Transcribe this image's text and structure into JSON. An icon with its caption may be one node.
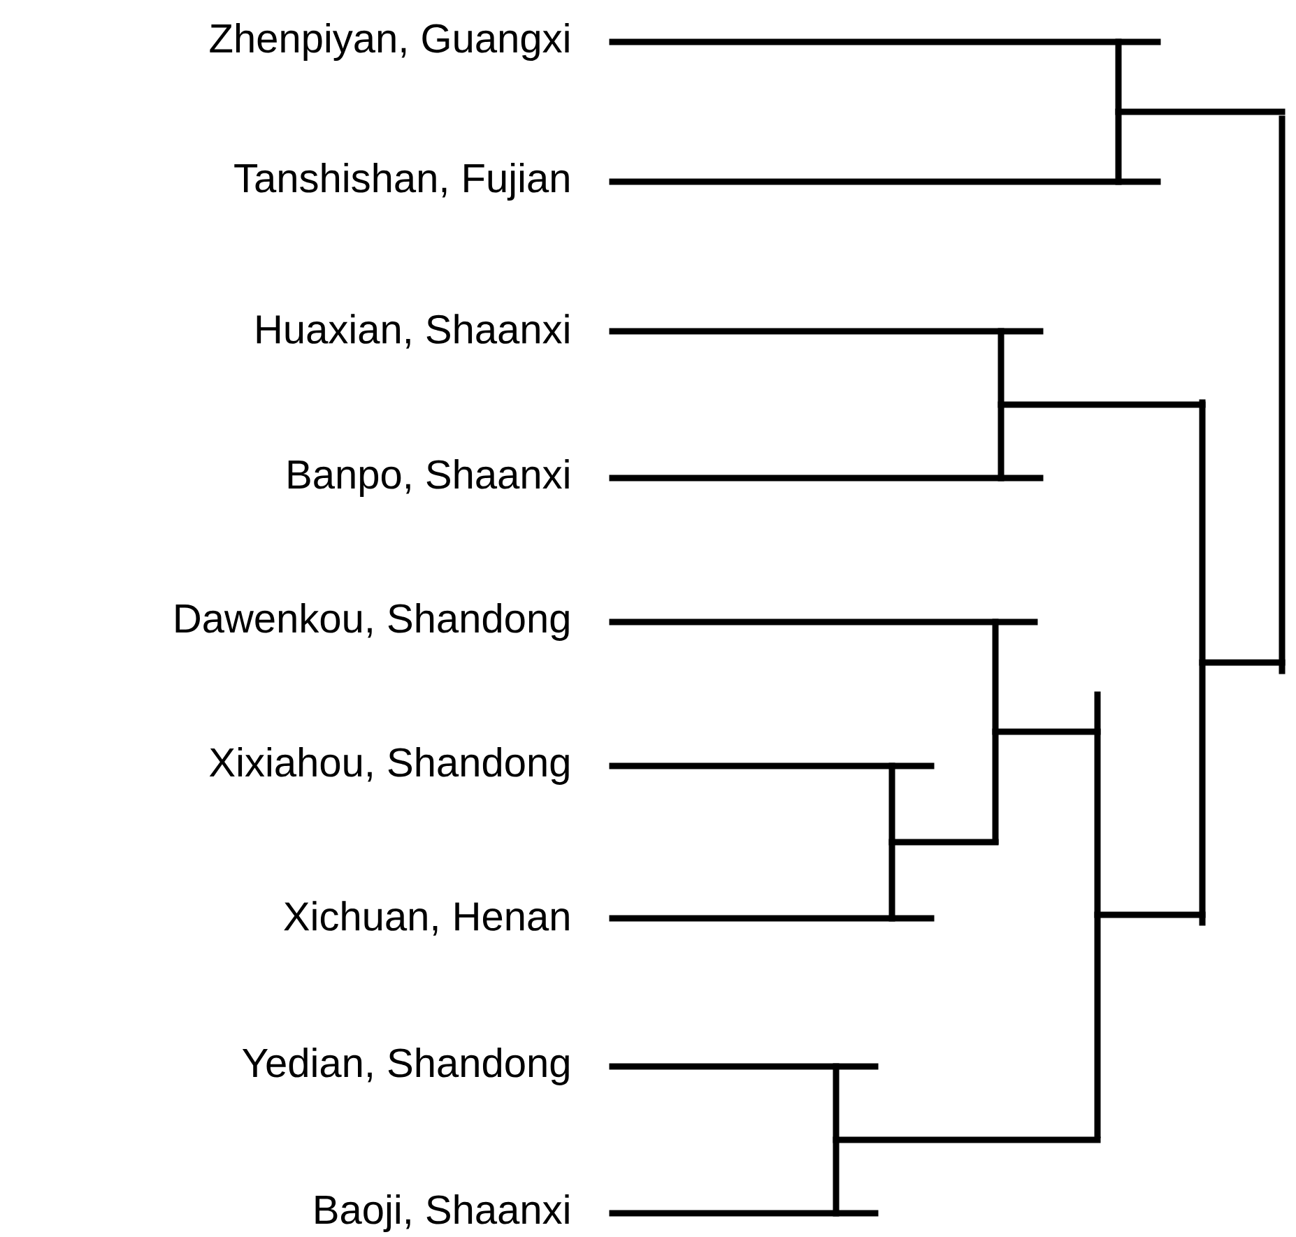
{
  "diagram": {
    "nodes": [
      {
        "text": [
          "Zhenpiyan, Guangxi"
        ]
      },
      {
        "text": [
          "Tanshishan, Fujian"
        ]
      },
      {
        "text": [
          "Huaxian, Shaanxi"
        ]
      },
      {
        "text": [
          "Banpo, Shaanxi"
        ]
      },
      {
        "text": [
          "Dawenkou, Shandong"
        ]
      },
      {
        "text": [
          "Xixiahou, Shandong"
        ]
      },
      {
        "text": [
          "Xichuan, Henan"
        ]
      },
      {
        "text": [
          "Yedian, Shandong"
        ]
      },
      {
        "text": [
          "Baoji, Shaanxi"
        ]
      },
      {
        "text": [],
        "shape": "bar"
      },
      {
        "text": [],
        "shape": "bar"
      },
      {
        "text": [],
        "shape": "bar"
      },
      {
        "text": [],
        "shape": "bar"
      },
      {
        "text": [],
        "shape": "bar"
      },
      {
        "text": [],
        "shape": "bar"
      },
      {
        "text": [],
        "shape": "bar"
      },
      {
        "text": [],
        "shape": "bar"
      }
    ],
    "edges": [
      {
        "from": 0,
        "to": 9,
        "arrow": "none"
      },
      {
        "from": 1,
        "to": 9,
        "arrow": "none"
      },
      {
        "from": 2,
        "to": 11,
        "arrow": "none"
      },
      {
        "from": 3,
        "to": 11,
        "arrow": "none"
      },
      {
        "from": 4,
        "to": 13,
        "arrow": "none"
      },
      {
        "from": 5,
        "to": 15,
        "arrow": "none"
      },
      {
        "from": 6,
        "to": 15,
        "arrow": "none"
      },
      {
        "from": 7,
        "to": 16,
        "arrow": "none"
      },
      {
        "from": 8,
        "to": 16,
        "arrow": "none"
      },
      {
        "from": 15,
        "to": 13,
        "arrow": "none"
      },
      {
        "from": 13,
        "to": 14,
        "arrow": "none"
      },
      {
        "from": 16,
        "to": 14,
        "arrow": "none"
      },
      {
        "from": 11,
        "to": 12,
        "arrow": "none"
      },
      {
        "from": 14,
        "to": 12,
        "arrow": "none"
      },
      {
        "from": 9,
        "to": 10,
        "arrow": "none"
      },
      {
        "from": 12,
        "to": 10,
        "arrow": "none"
      }
    ]
  }
}
